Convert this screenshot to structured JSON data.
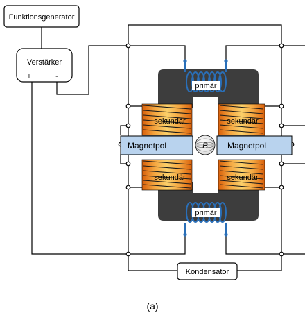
{
  "labels": {
    "generator": "Funktionsgenerator",
    "amplifier": "Verstärker",
    "amp_plus": "+",
    "amp_minus": "-",
    "capacitor": "Kondensator",
    "primary_top": "primär",
    "primary_bottom": "primär",
    "secondary_top_left": "sekundär",
    "secondary_top_right": "sekundär",
    "secondary_bottom_left": "sekundär",
    "secondary_bottom_right": "sekundär",
    "pole_left": "Magnetpol",
    "pole_right": "Magnetpol",
    "field": "B",
    "caption": "(a)"
  },
  "colors": {
    "core": "#3d3d3d",
    "pole": "#b9d3ee",
    "coil_primary": "#2a6fb8",
    "coil_secondary_dark": "#e06a10",
    "coil_secondary_light": "#f6b04a",
    "wire": "#000000"
  }
}
